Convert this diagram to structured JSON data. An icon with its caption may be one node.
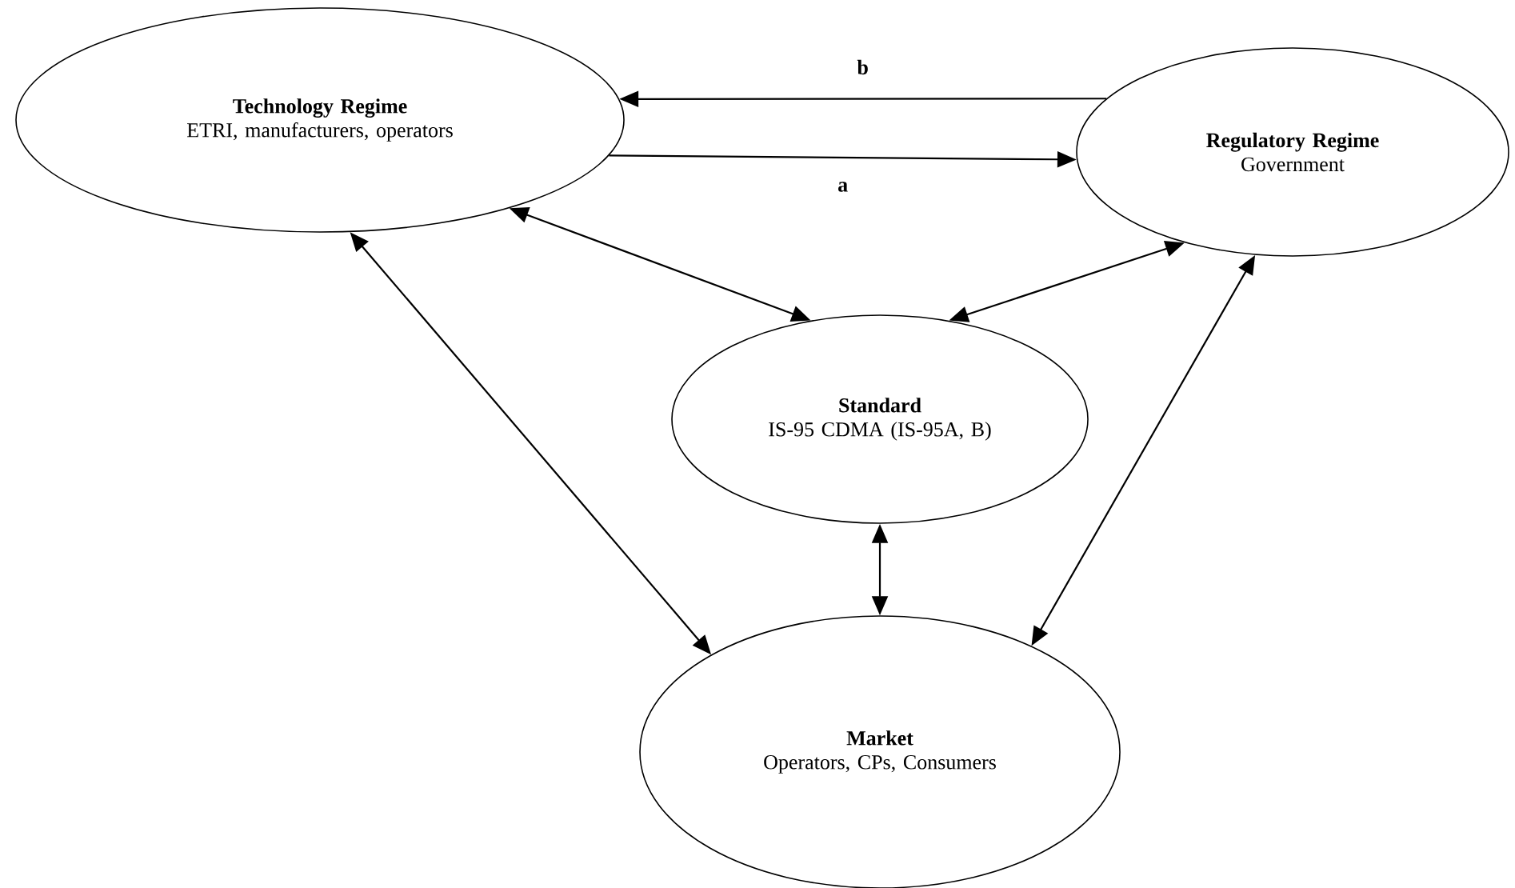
{
  "diagram": {
    "nodes": [
      {
        "text": [
          "Technology Regime",
          "ETRI, manufacturers, operators"
        ]
      },
      {
        "text": [
          "Regulatory Regime",
          "Government"
        ]
      },
      {
        "text": [
          "Standard",
          "IS-95 CDMA (IS-95A, B)"
        ]
      },
      {
        "text": [
          "Market",
          "Operators, CPs, Consumers"
        ]
      }
    ],
    "edges": [
      {
        "from": 1,
        "to": 0,
        "arrow": "to",
        "label": "b"
      },
      {
        "from": 0,
        "to": 1,
        "arrow": "to",
        "label": "a"
      },
      {
        "from": 0,
        "to": 2,
        "arrow": "both"
      },
      {
        "from": 1,
        "to": 2,
        "arrow": "both"
      },
      {
        "from": 0,
        "to": 3,
        "arrow": "both"
      },
      {
        "from": 1,
        "to": 3,
        "arrow": "both"
      },
      {
        "from": 2,
        "to": 3,
        "arrow": "both"
      }
    ]
  }
}
